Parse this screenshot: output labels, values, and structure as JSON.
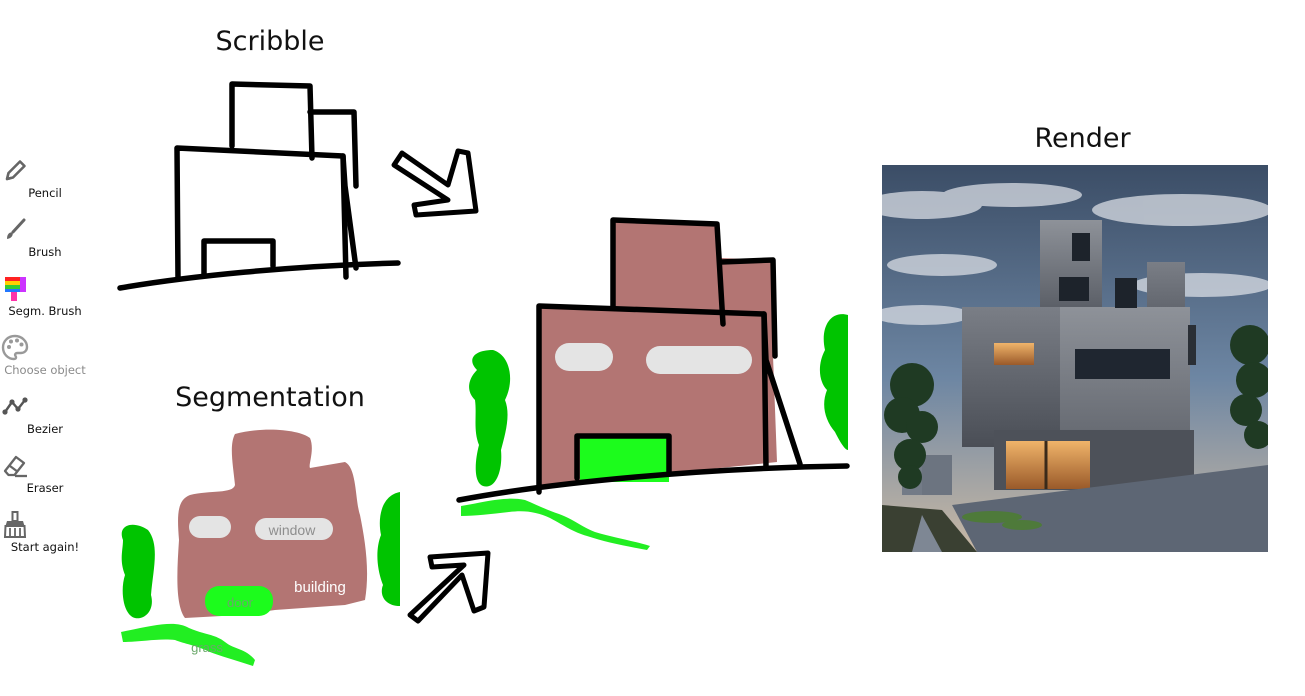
{
  "headings": {
    "scribble": "Scribble",
    "segmentation": "Segmentation",
    "render": "Render"
  },
  "toolbar": {
    "items": [
      {
        "label": "Pencil",
        "icon": "pencil-icon",
        "enabled": true
      },
      {
        "label": "Brush",
        "icon": "brush-icon",
        "enabled": true
      },
      {
        "label": "Segm. Brush",
        "icon": "segmentation-brush-icon",
        "enabled": true
      },
      {
        "label": "Choose object",
        "icon": "palette-icon",
        "enabled": false
      },
      {
        "label": "Bezier",
        "icon": "bezier-icon",
        "enabled": true
      },
      {
        "label": "Eraser",
        "icon": "eraser-icon",
        "enabled": true
      },
      {
        "label": "Start again!",
        "icon": "broom-icon",
        "enabled": true
      }
    ]
  },
  "segmentation_labels": {
    "window": "window",
    "building": "building",
    "door": "door",
    "grass": "grass"
  },
  "colors": {
    "building": "#b37573",
    "vegetation": "#00c400",
    "grass": "#22ee22",
    "door": "#1cfc1c",
    "window": "#e4e4e4"
  }
}
